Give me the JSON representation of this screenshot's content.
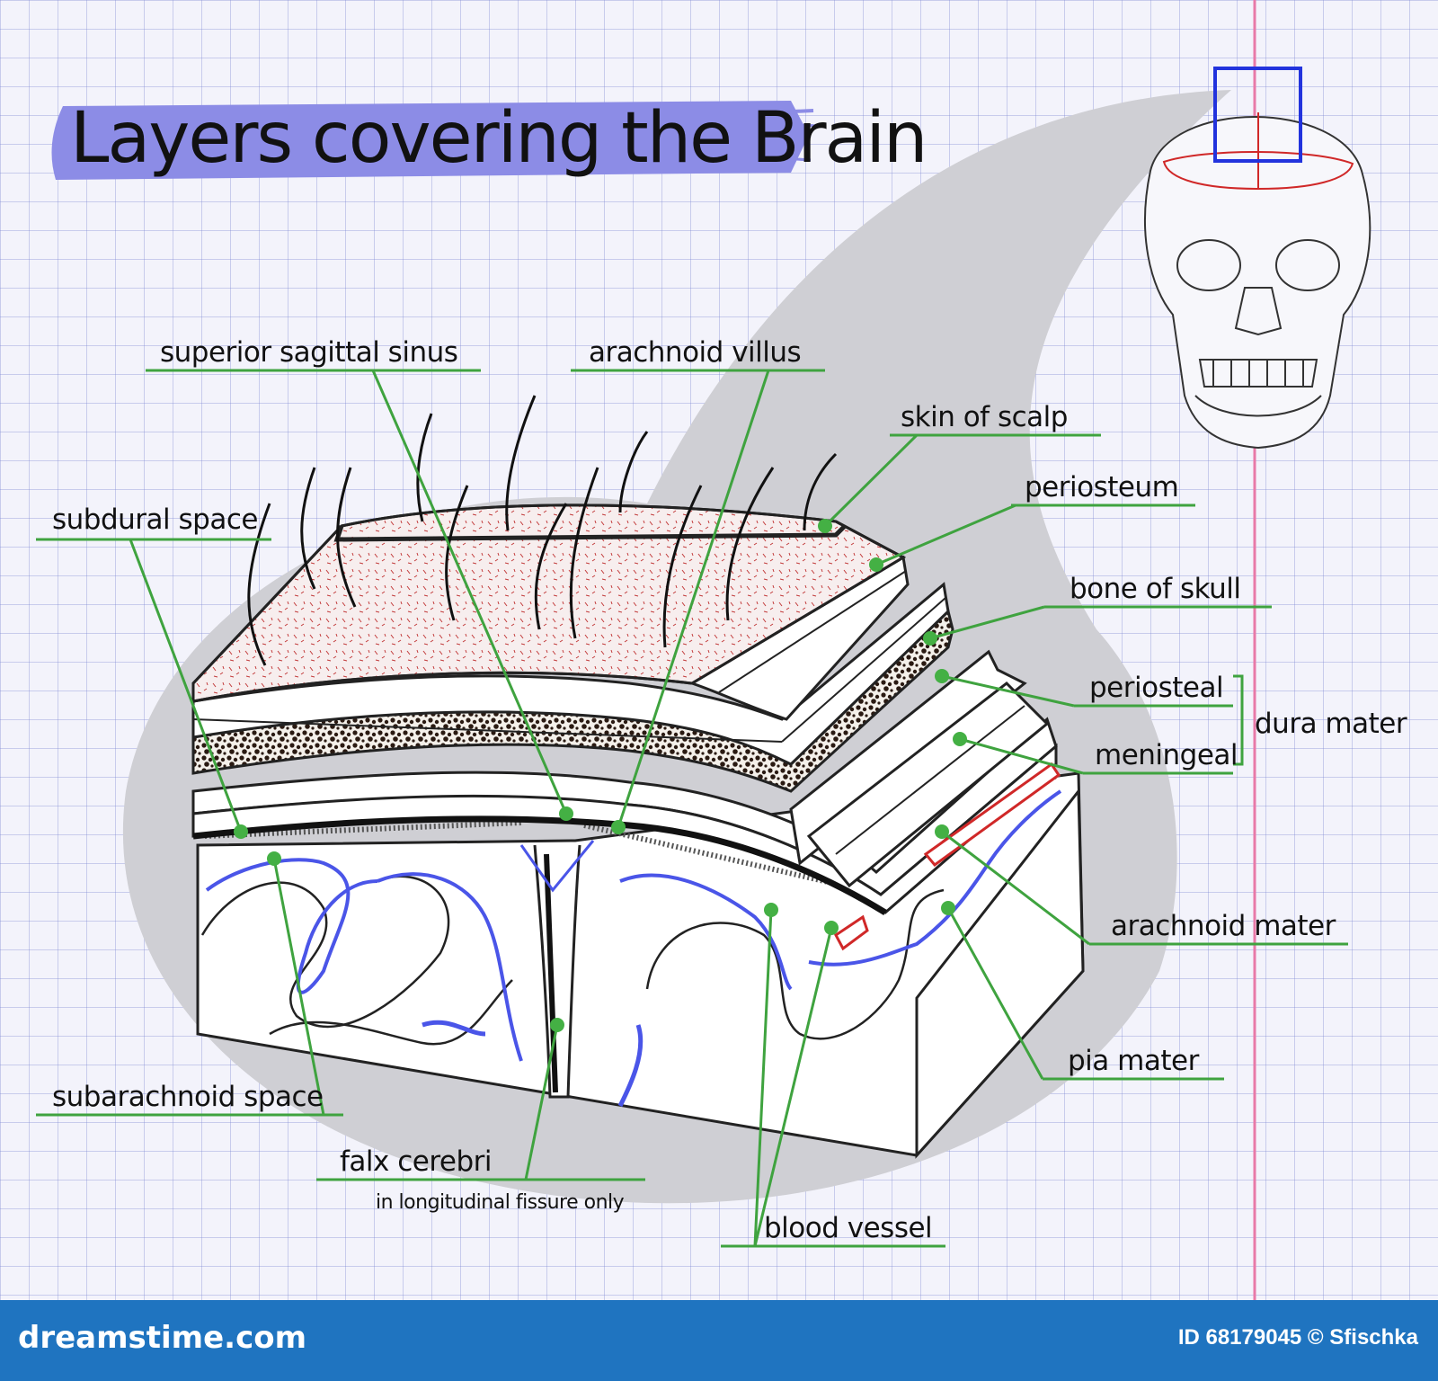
{
  "title": "Layers covering the Brain",
  "labels": {
    "superior_sagittal_sinus": "superior sagittal sinus",
    "arachnoid_villus": "arachnoid villus",
    "skin_of_scalp": "skin of scalp",
    "periosteum": "periosteum",
    "bone_of_skull": "bone of skull",
    "periosteal": "periosteal",
    "meningeal": "meningeal",
    "dura_mater": "dura mater",
    "subdural_space": "subdural space",
    "arachnoid_mater": "arachnoid mater",
    "pia_mater": "pia mater",
    "subarachnoid_space": "subarachnoid space",
    "falx_cerebri": "falx cerebri",
    "falx_note": "in longitudinal fissure only",
    "blood_vessel": "blood vessel"
  },
  "footer": {
    "brand": "dreamstime.com",
    "credit": "ID 68179045 © Sfischka"
  },
  "colors": {
    "leader": "#3fa33f",
    "highlight": "#8c8ce6",
    "vessel": "#4a55e8",
    "sinus": "#d02828",
    "footer": "#1f74c0"
  }
}
